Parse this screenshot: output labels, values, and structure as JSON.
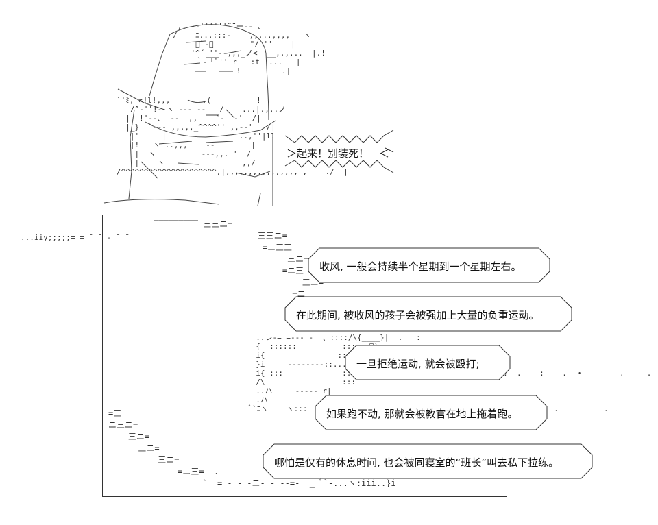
{
  "shout": {
    "text": "＞起来！别装死！　＜"
  },
  "left_text": "...iiy;;;;;= = ˉ ˉ - ˉ ˉ",
  "bubbles": [
    {
      "text": "收风, 一般会持续半个星期到一个星期左右。"
    },
    {
      "text": "在此期间, 被收风的孩子会被强加上大量的负重运动。"
    },
    {
      "text": "一旦拒绝运动, 就会被殴打;"
    },
    {
      "text": "如果跑不动, 那就会被教官在地上拖着跑。"
    },
    {
      "text": "哪怕是仅有的休息时间, 也会被同寝室的“班长”叫去私下拉练。"
    }
  ]
}
